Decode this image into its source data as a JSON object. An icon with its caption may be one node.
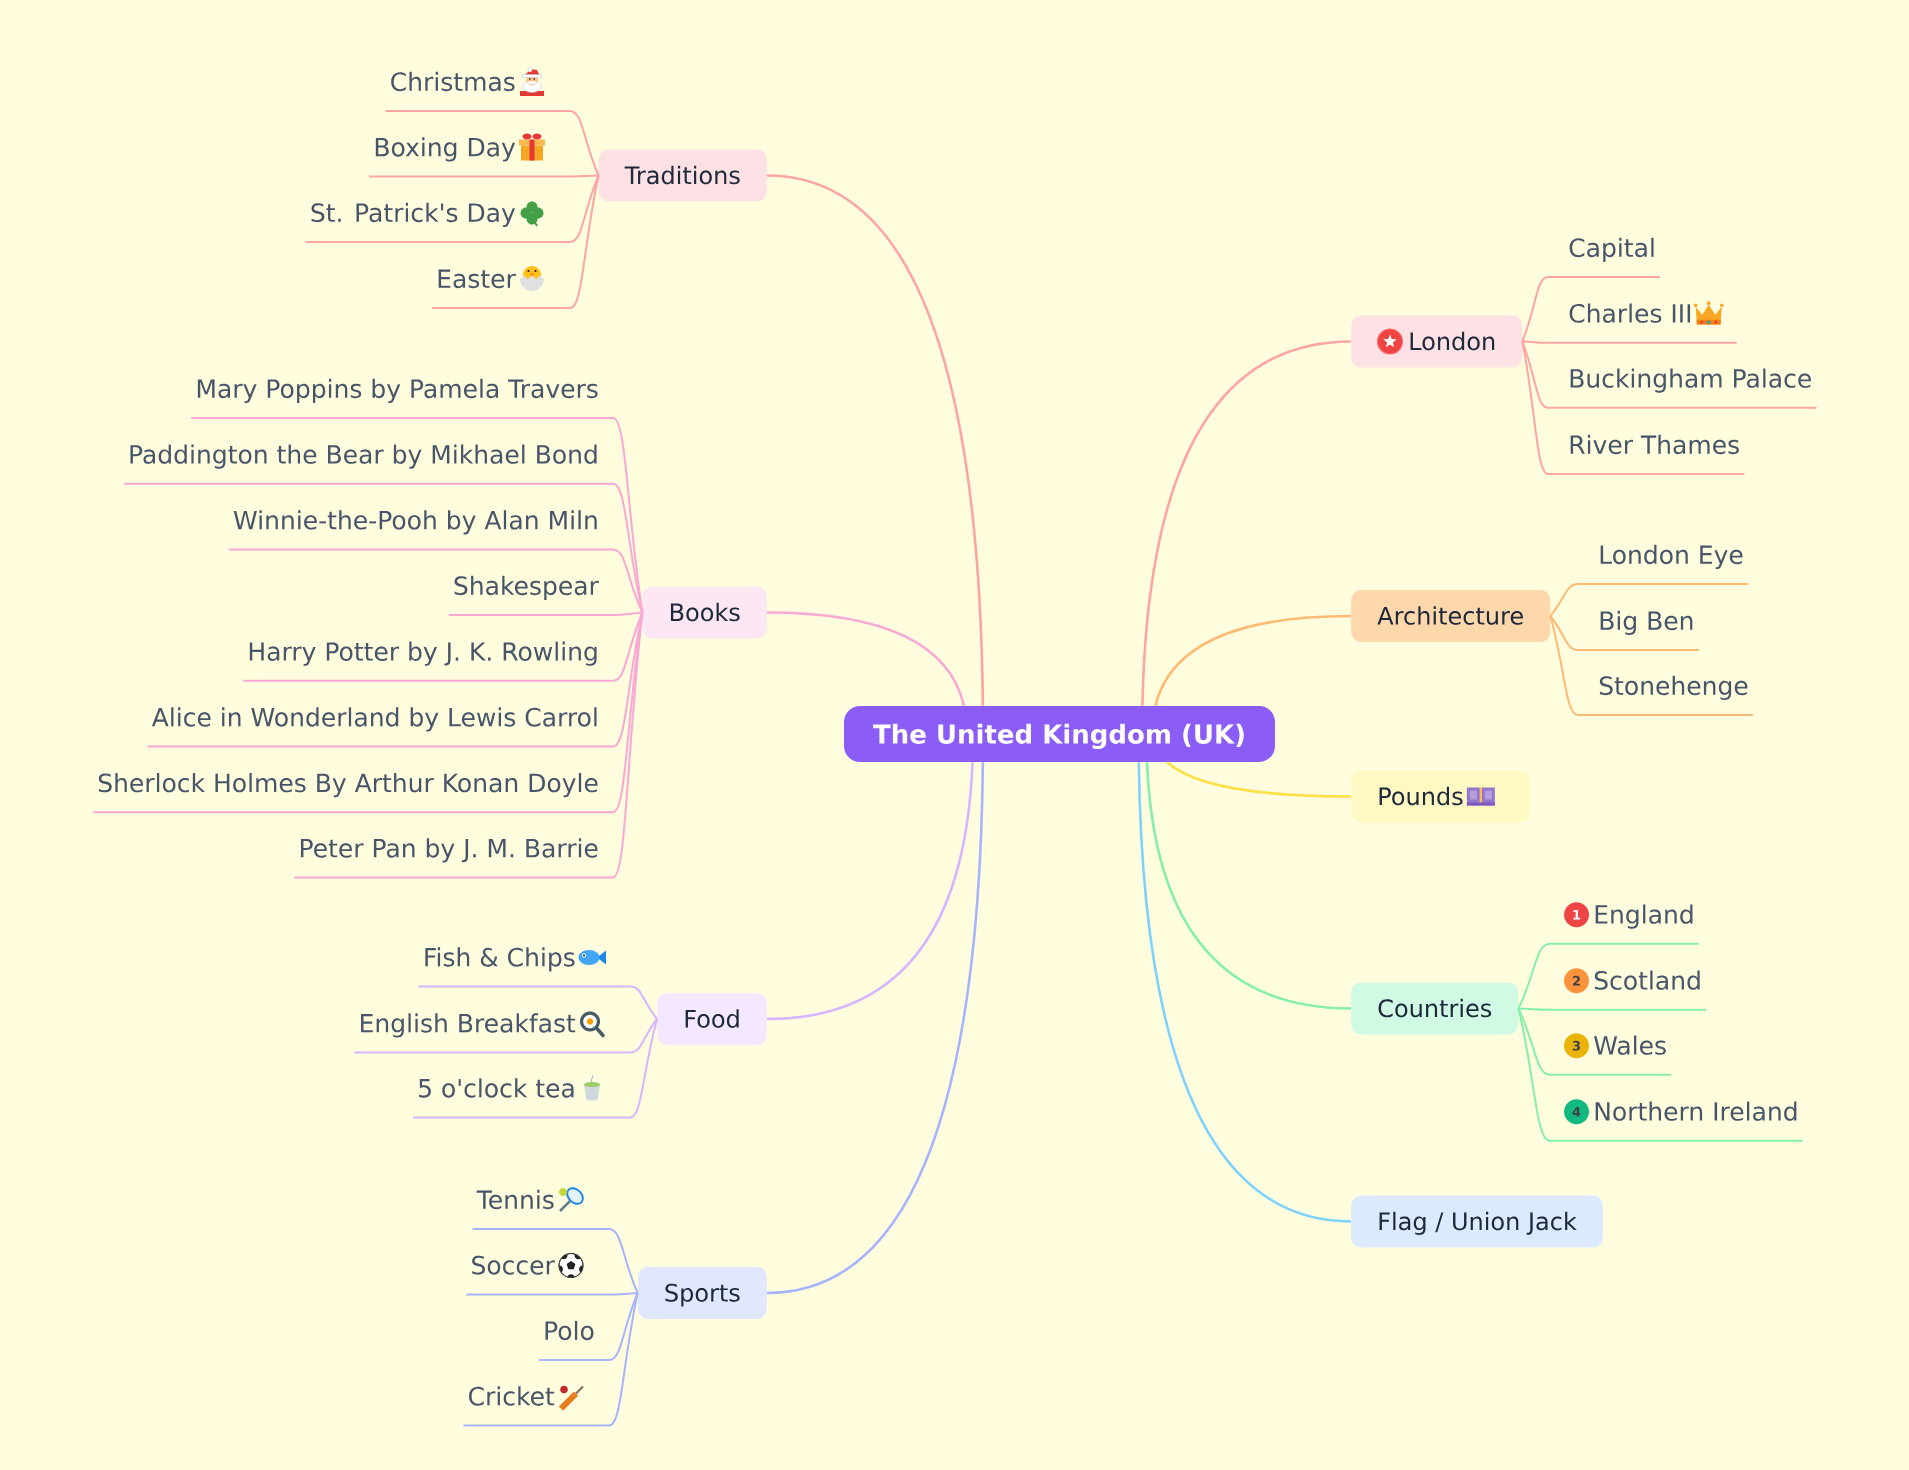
{
  "diagram": {
    "nodes": [
      {
        "text": [
          "The United Kingdom (UK)"
        ]
      },
      {
        "text": [
          "Traditions"
        ]
      },
      {
        "text": [
          "Christmas"
        ]
      },
      {
        "text": [
          "Boxing Day"
        ]
      },
      {
        "text": [
          "St. Patrick's Day"
        ]
      },
      {
        "text": [
          "Easter"
        ]
      },
      {
        "text": [
          "Books"
        ]
      },
      {
        "text": [
          "Mary Poppins by Pamela Travers"
        ]
      },
      {
        "text": [
          "Paddington the Bear by Mikhael Bond"
        ]
      },
      {
        "text": [
          "Winnie-the-Pooh by Alan Miln"
        ]
      },
      {
        "text": [
          "Shakespear"
        ]
      },
      {
        "text": [
          "Harry Potter by J. K. Rowling"
        ]
      },
      {
        "text": [
          "Alice in Wonderland by Lewis Carrol"
        ]
      },
      {
        "text": [
          "Sherlock Holmes By Arthur Konan Doyle"
        ]
      },
      {
        "text": [
          "Peter Pan by J. M. Barrie"
        ]
      },
      {
        "text": [
          "Food"
        ]
      },
      {
        "text": [
          "Fish & Chips"
        ]
      },
      {
        "text": [
          "English Breakfast"
        ]
      },
      {
        "text": [
          "5 o'clock tea"
        ]
      },
      {
        "text": [
          "Sports"
        ]
      },
      {
        "text": [
          "Tennis"
        ]
      },
      {
        "text": [
          "Soccer"
        ]
      },
      {
        "text": [
          "Polo"
        ]
      },
      {
        "text": [
          "Cricket"
        ]
      },
      {
        "text": [
          "London"
        ]
      },
      {
        "text": [
          "Capital"
        ]
      },
      {
        "text": [
          "Charles III"
        ]
      },
      {
        "text": [
          "Buckingham Palace"
        ]
      },
      {
        "text": [
          "River Thames"
        ]
      },
      {
        "text": [
          "Architecture"
        ]
      },
      {
        "text": [
          "London Eye"
        ]
      },
      {
        "text": [
          "Big Ben"
        ]
      },
      {
        "text": [
          "Stonehenge"
        ]
      },
      {
        "text": [
          "Pounds"
        ]
      },
      {
        "text": [
          "Countries"
        ]
      },
      {
        "text": [
          "1",
          "England"
        ]
      },
      {
        "text": [
          "2",
          "Scotland"
        ]
      },
      {
        "text": [
          "3",
          "Wales"
        ]
      },
      {
        "text": [
          "4",
          "Northern Ireland"
        ]
      },
      {
        "text": [
          "Flag / Union Jack"
        ]
      }
    ],
    "edges": [
      {
        "from": 0,
        "to": 1,
        "arrow": "none"
      },
      {
        "from": 1,
        "to": 2,
        "arrow": "none"
      },
      {
        "from": 1,
        "to": 3,
        "arrow": "none"
      },
      {
        "from": 1,
        "to": 4,
        "arrow": "none"
      },
      {
        "from": 1,
        "to": 5,
        "arrow": "none"
      },
      {
        "from": 0,
        "to": 6,
        "arrow": "none",
        "color": "#f9a8d4"
      },
      {
        "from": 6,
        "to": 7,
        "arrow": "none",
        "color": "#f9a8d4"
      },
      {
        "from": 6,
        "to": 8,
        "arrow": "none",
        "color": "#f9a8d4"
      },
      {
        "from": 6,
        "to": 9,
        "arrow": "none",
        "color": "#f9a8d4"
      },
      {
        "from": 6,
        "to": 10,
        "arrow": "none",
        "color": "#f9a8d4"
      },
      {
        "from": 6,
        "to": 11,
        "arrow": "none",
        "color": "#f9a8d4"
      },
      {
        "from": 6,
        "to": 12,
        "arrow": "none",
        "color": "#f9a8d4"
      },
      {
        "from": 6,
        "to": 13,
        "arrow": "none",
        "color": "#f9a8d4"
      },
      {
        "from": 6,
        "to": 14,
        "arrow": "none",
        "color": "#f9a8d4"
      },
      {
        "from": 0,
        "to": 15,
        "arrow": "none",
        "color": "#d8b4fe"
      },
      {
        "from": 15,
        "to": 16,
        "arrow": "none",
        "color": "#d8b4fe"
      },
      {
        "from": 15,
        "to": 17,
        "arrow": "none",
        "color": "#d8b4fe"
      },
      {
        "from": 15,
        "to": 18,
        "arrow": "none",
        "color": "#d8b4fe"
      },
      {
        "from": 0,
        "to": 19,
        "arrow": "none",
        "color": "#a5b4fc"
      },
      {
        "from": 19,
        "to": 20,
        "arrow": "none",
        "color": "#a5b4fc"
      },
      {
        "from": 19,
        "to": 21,
        "arrow": "none",
        "color": "#a5b4fc"
      },
      {
        "from": 19,
        "to": 22,
        "arrow": "none",
        "color": "#a5b4fc"
      },
      {
        "from": 19,
        "to": 23,
        "arrow": "none",
        "color": "#a5b4fc"
      },
      {
        "from": 0,
        "to": 24,
        "arrow": "none"
      },
      {
        "from": 24,
        "to": 25,
        "arrow": "none"
      },
      {
        "from": 24,
        "to": 26,
        "arrow": "none"
      },
      {
        "from": 24,
        "to": 27,
        "arrow": "none"
      },
      {
        "from": 24,
        "to": 28,
        "arrow": "none"
      },
      {
        "from": 0,
        "to": 29,
        "arrow": "none",
        "color": "#fdba74"
      },
      {
        "from": 29,
        "to": 30,
        "arrow": "none",
        "color": "#fdba74"
      },
      {
        "from": 29,
        "to": 31,
        "arrow": "none",
        "color": "#fdba74"
      },
      {
        "from": 29,
        "to": 32,
        "arrow": "none",
        "color": "#fdba74"
      },
      {
        "from": 0,
        "to": 33,
        "arrow": "none",
        "color": "#fde047"
      },
      {
        "from": 0,
        "to": 34,
        "arrow": "none",
        "color": "#86efac"
      },
      {
        "from": 34,
        "to": 35,
        "arrow": "none",
        "color": "#86efac"
      },
      {
        "from": 34,
        "to": 36,
        "arrow": "none",
        "color": "#86efac"
      },
      {
        "from": 34,
        "to": 37,
        "arrow": "none",
        "color": "#86efac"
      },
      {
        "from": 34,
        "to": 38,
        "arrow": "none",
        "color": "#86efac"
      },
      {
        "from": 0,
        "to": 39,
        "arrow": "none",
        "color": "#7dd3fc"
      }
    ]
  }
}
